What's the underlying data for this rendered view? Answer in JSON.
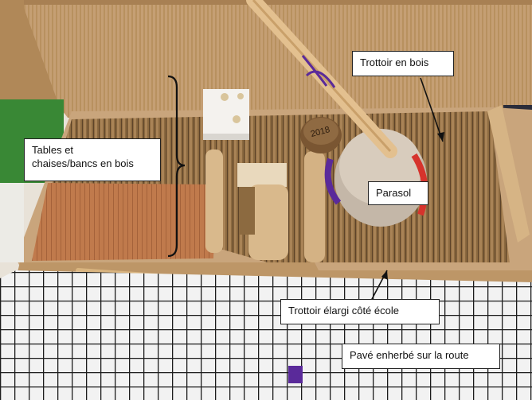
{
  "photo": {
    "subject": "cardboard street model with wooden sidewalk, tables, parasol and grass-paved road",
    "annotations": {
      "tables": {
        "line1": "Tables et",
        "line2": "chaises/bancs en bois"
      },
      "sidewalk": "Trottoir en bois",
      "parasol": "Parasol",
      "widened_sidewalk": "Trottoir élargi côté école",
      "grass_paving": "Pavé enherbé sur la route"
    },
    "decor": {
      "cork_text": "2018"
    },
    "colors": {
      "cardboard": "#c9a57c",
      "wood_strip": "#9a7548",
      "brick_panel": "#c07a4c",
      "grid_line": "#1c1c1c",
      "grid_bg": "#f2f2f2",
      "grass": "#3f8f3a",
      "parasol_stick": "#e3c08f",
      "marker_purple": "#5a2a9a"
    }
  }
}
